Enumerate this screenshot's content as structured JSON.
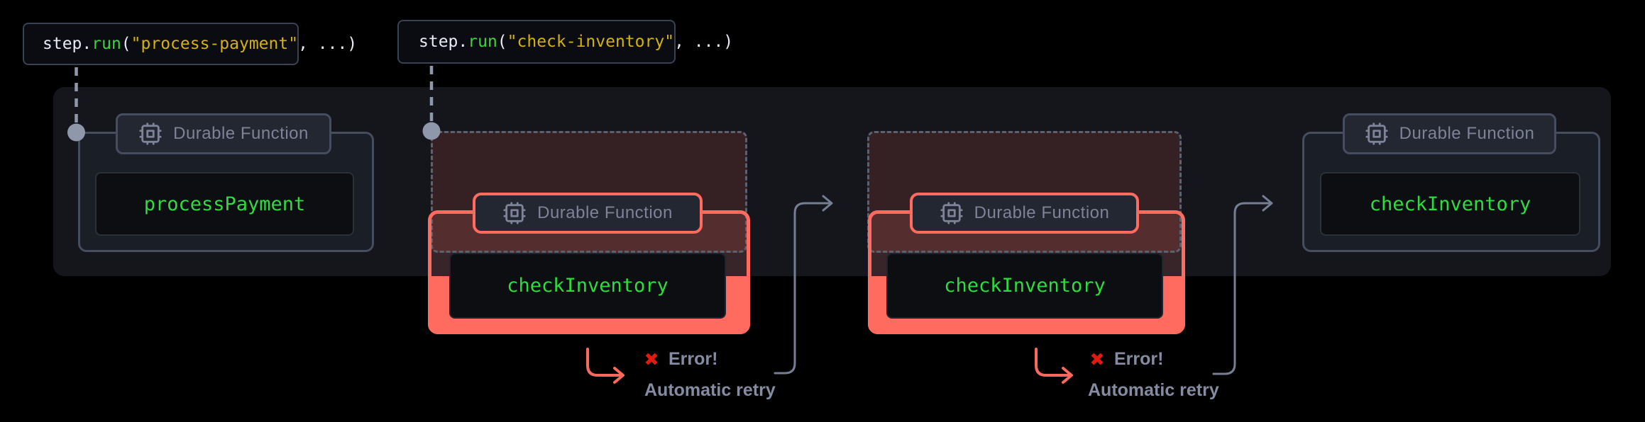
{
  "snippets": [
    {
      "object": "step",
      "dot": ".",
      "method": "run",
      "paren": "(",
      "arg": "\"process-payment\"",
      "rest": ", ...)"
    },
    {
      "object": "step",
      "dot": ".",
      "method": "run",
      "paren": "(",
      "arg": "\"check-inventory\"",
      "rest": ", ...)"
    }
  ],
  "groups": [
    {
      "badge": "Durable Function",
      "fn": "processPayment",
      "state": "normal"
    },
    {
      "badge": "Durable Function",
      "fn": "checkInventory",
      "state": "error-retry"
    },
    {
      "badge": "Durable Function",
      "fn": "checkInventory",
      "state": "error-retry"
    },
    {
      "badge": "Durable Function",
      "fn": "checkInventory",
      "state": "normal"
    }
  ],
  "annotations": {
    "error_label": "Error!",
    "retry_label": "Automatic retry"
  },
  "icons": {
    "badge_icon": "cpu-icon",
    "error_icon": "cross-mark-icon",
    "step_anchor": "dot-node-icon"
  },
  "colors": {
    "page_bg": "#000000",
    "panel_bg": "rgba(23,26,33,0.86)",
    "salmon": "#ff6b5e",
    "ghost_fill": "rgba(255,100,88,0.14)",
    "ghost_border": "#5a6170",
    "gray_border": "#454d5e",
    "badge_bg": "#232731",
    "badge_text": "#7d8498",
    "card_bg": "#1a1e26",
    "black_box_bg": "#0c0e12",
    "black_box_border": "#2b3039",
    "green": "#2edd3d",
    "code_green": "#3bd33b",
    "gold": "#d4b20e",
    "code_text": "#e8ebf2",
    "code_box_bg": "#0a0c11",
    "code_box_border": "#3a4150",
    "connector_gray": "#767e94",
    "node_gray": "#8f97ab",
    "muted_text": "#858ca2",
    "error_red": "#e2190d",
    "arrow_red": "#f9695e"
  }
}
